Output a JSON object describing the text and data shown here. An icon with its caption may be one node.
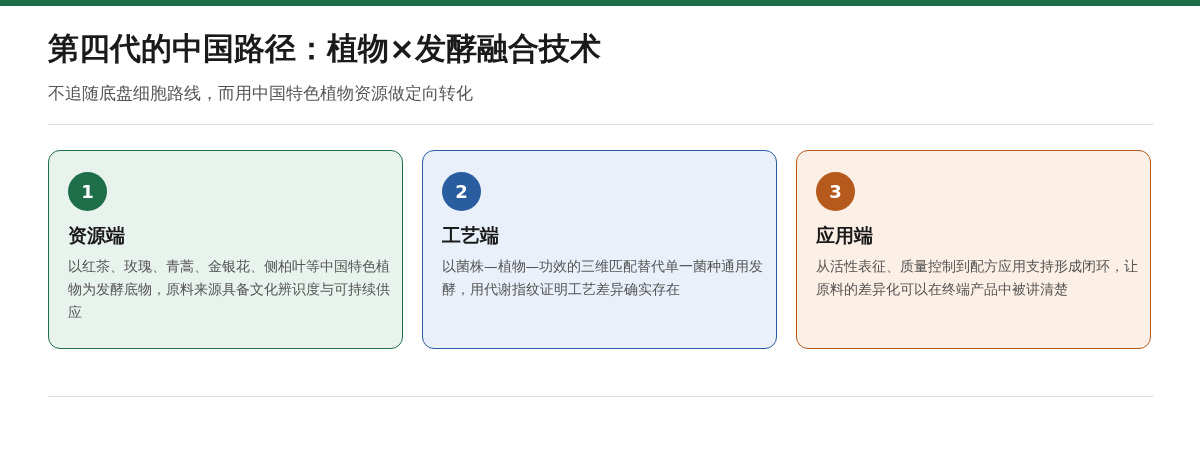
{
  "diagram": {
    "title": "第四代的中国路径：植物×发酵融合技术",
    "nodes": [
      {
        "text": [
          "1",
          "资源端",
          "以红茶、玫瑰、青蒿、金银花、侧柏叶等中国特色植物为发酵底物，原料来源具备文化辨识度与可持续供应"
        ]
      },
      {
        "text": [
          "2",
          "工艺端",
          "以菌株—植物—功效的三维匹配替代单一菌种通用发酵，用代谢指纹证明工艺差异确实存在"
        ]
      },
      {
        "text": [
          "3",
          "应用端",
          "从活性表征、质量控制到配方应用支持形成闭环，让原料的差异化可以在终端产品中被讲清楚"
        ]
      }
    ],
    "labels": [
      "不追随底盘细胞路线，而用中国特色植物资源做定向转化"
    ]
  }
}
